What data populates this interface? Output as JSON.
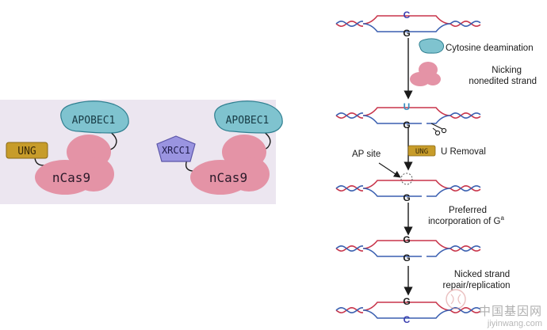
{
  "left_panel": {
    "construct_a": {
      "deaminase": "APOBEC1",
      "nickase": "nCas9",
      "inhibitor": "UNG"
    },
    "construct_b": {
      "deaminase": "APOBEC1",
      "nickase": "nCas9",
      "repair_factor": "XRCC1"
    }
  },
  "pathway": {
    "steps": [
      {
        "top_base": "C",
        "bottom_base": "G"
      },
      {
        "top_base": "U",
        "bottom_base": "G"
      },
      {
        "top_base": "",
        "bottom_base": "G"
      },
      {
        "top_base": "G",
        "bottom_base": "G"
      },
      {
        "top_base": "G",
        "bottom_base": "C"
      }
    ],
    "annotations": {
      "deamination": "Cytosine deamination",
      "nicking_line1": "Nicking",
      "nicking_line2": "nonedited strand",
      "ung_badge": "UNG",
      "u_removal": "U Removal",
      "ap_site": "AP site",
      "preferred_line1": "Preferred",
      "preferred_line2": "incorporation of G",
      "preferred_sup": "a",
      "repair_line1": "Nicked strand",
      "repair_line2": "repair/replication"
    }
  },
  "watermark": {
    "title": "中国基因网",
    "url": "jiyinwang.com"
  },
  "colors": {
    "red_strand": "#c8344a",
    "blue_strand": "#3a5fb0",
    "deaminase": "#7fc3cf",
    "nickase": "#e493a6",
    "ung": "#c79c2a",
    "xrcc1": "#9a94e0",
    "panel_bg": "#ece6f0",
    "u_color": "#3a8fc0",
    "c_color": "#3b3fb0"
  }
}
